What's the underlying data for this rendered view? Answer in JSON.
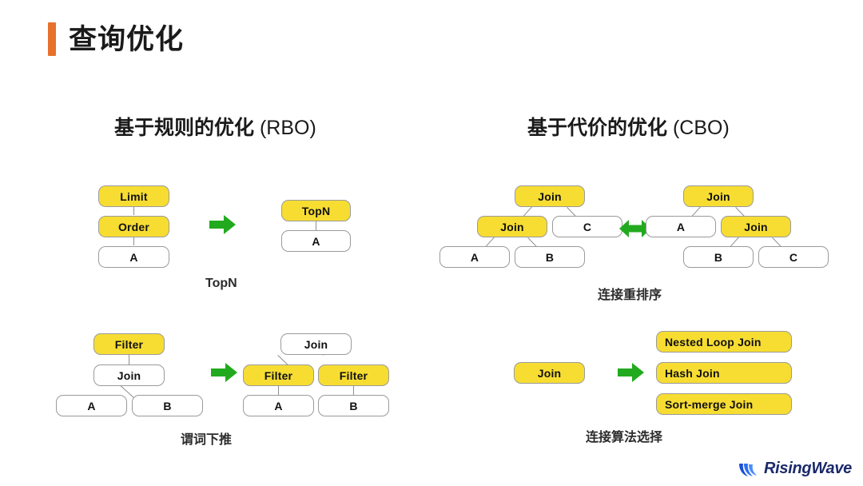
{
  "slide": {
    "title": "查询优化",
    "accent_color": "#E8722C",
    "node_highlight_color": "#F7DD32",
    "arrow_color": "#22AA1E",
    "logo": {
      "name": "RisingWave",
      "icon": "wave-icon",
      "color": "#1b2a6b"
    }
  },
  "sections": {
    "rbo": {
      "heading_cn": "基于规则的优化",
      "heading_abbr": " (RBO)",
      "examples": [
        {
          "caption": "TopN",
          "before": {
            "nodes": [
              "Limit",
              "Order",
              "A"
            ],
            "highlighted": [
              "Limit",
              "Order"
            ]
          },
          "after": {
            "nodes": [
              "TopN",
              "A"
            ],
            "highlighted": [
              "TopN"
            ]
          },
          "arrow": "arrow-right-icon"
        },
        {
          "caption": "谓词下推",
          "before": {
            "nodes": [
              "Filter",
              "Join",
              "A",
              "B"
            ],
            "highlighted": [
              "Filter"
            ]
          },
          "after": {
            "nodes": [
              "Join",
              "Filter",
              "Filter",
              "A",
              "B"
            ],
            "highlighted": [
              "Filter",
              "Filter"
            ]
          },
          "arrow": "arrow-right-icon"
        }
      ]
    },
    "cbo": {
      "heading_cn": "基于代价的优化",
      "heading_abbr": " (CBO)",
      "examples": [
        {
          "caption": "连接重排序",
          "left_tree": {
            "root": "Join",
            "inner": "Join",
            "leaves": [
              "A",
              "B",
              "C"
            ]
          },
          "right_tree": {
            "root": "Join",
            "inner": "Join",
            "leaves": [
              "A",
              "B",
              "C"
            ]
          },
          "arrow": "arrow-left-right-icon"
        },
        {
          "caption": "连接算法选择",
          "before": "Join",
          "after": [
            "Nested Loop Join",
            "Hash Join",
            "Sort-merge Join"
          ],
          "arrow": "arrow-right-icon"
        }
      ]
    }
  },
  "nodes": {
    "limit": "Limit",
    "order": "Order",
    "topn": "TopN",
    "a": "A",
    "a2": "A",
    "a3": "A",
    "a4": "A",
    "a5": "A",
    "b": "B",
    "b2": "B",
    "b3": "B",
    "b4": "B",
    "c": "C",
    "c2": "C",
    "filter": "Filter",
    "filter2": "Filter",
    "filter3": "Filter",
    "join": "Join",
    "join2": "Join",
    "join3": "Join",
    "join4": "Join",
    "join5": "Join",
    "join6": "Join",
    "join7": "Join",
    "nested_loop_join": "Nested Loop Join",
    "hash_join": "Hash Join",
    "sort_merge_join": "Sort-merge Join"
  },
  "captions": {
    "topn": "TopN",
    "pushdown": "谓词下推",
    "reorder": "连接重排序",
    "algo": "连接算法选择"
  }
}
